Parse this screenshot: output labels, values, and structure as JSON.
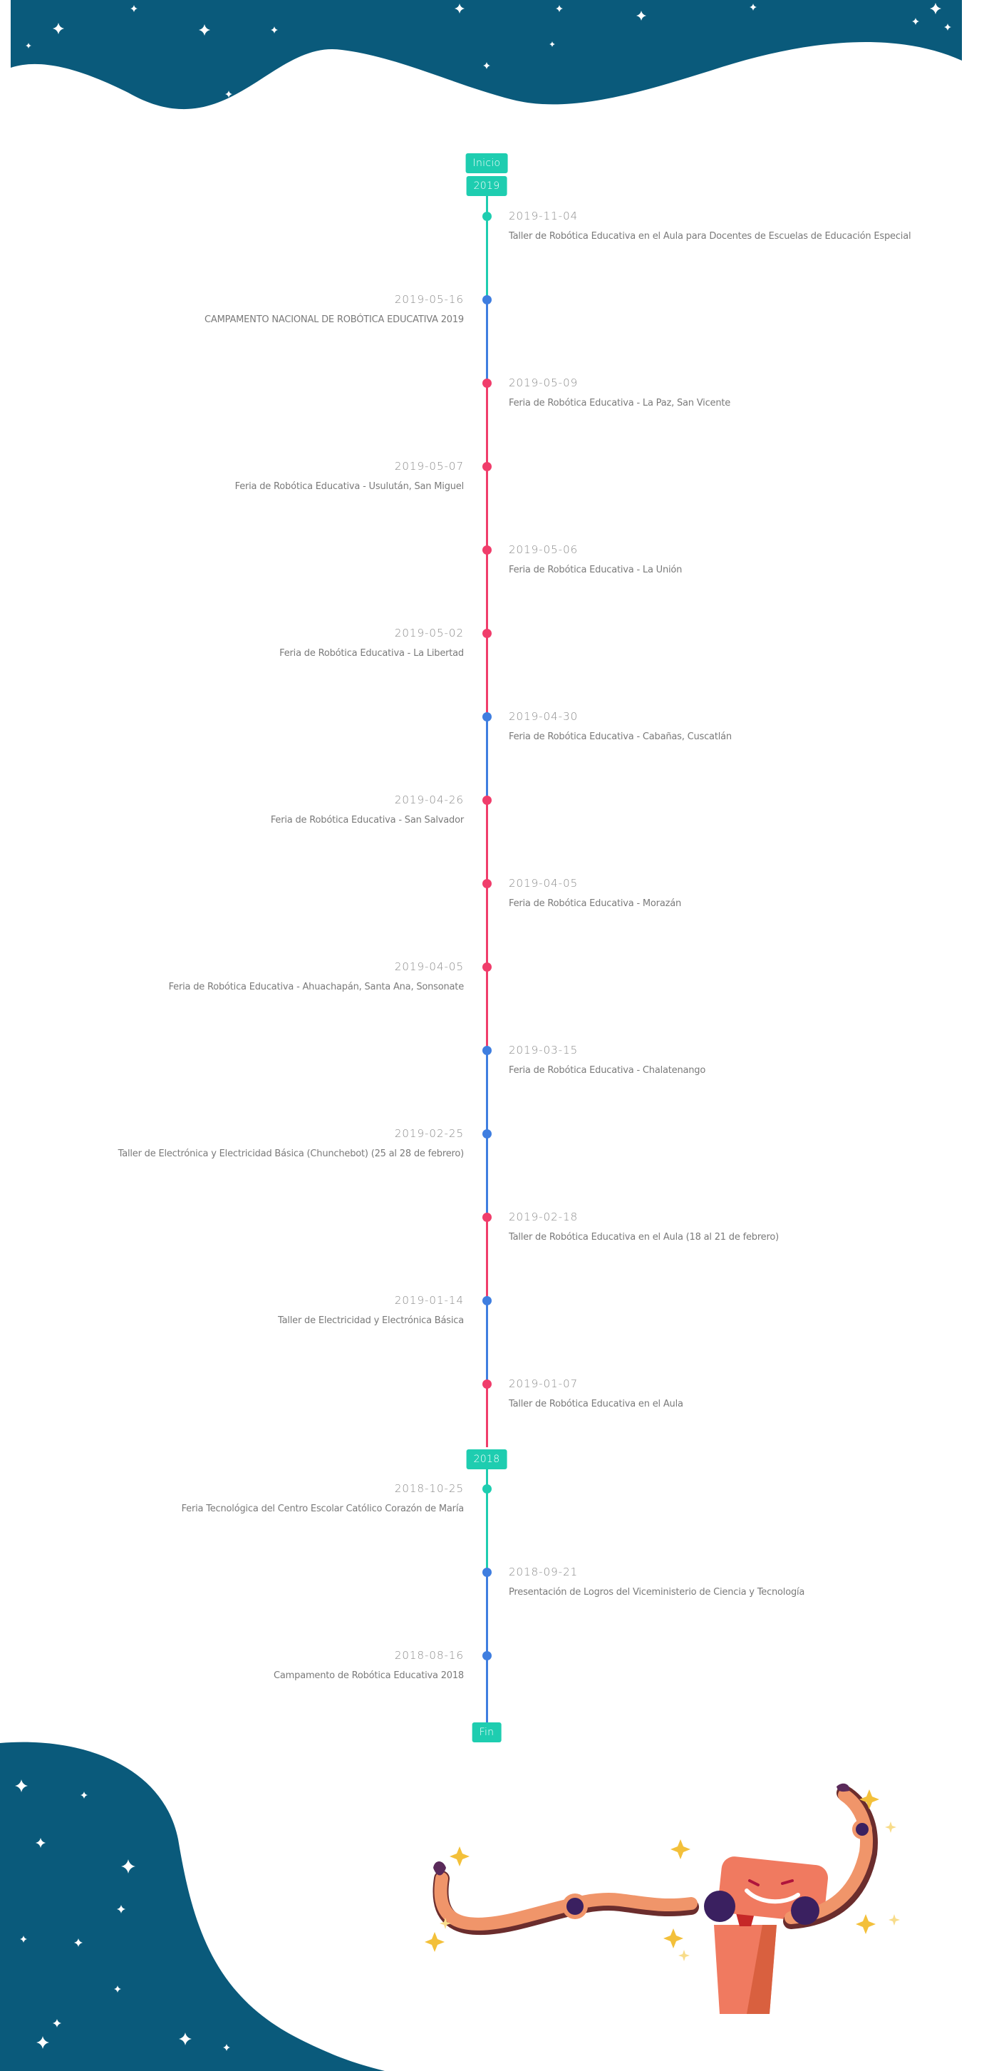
{
  "timeline": {
    "start_label": "Inicio",
    "end_label": "Fin",
    "years": [
      "2019",
      "2018"
    ],
    "colors": {
      "teal": "#1ecdb0",
      "blue": "#3f7ee0",
      "red": "#f03d6b",
      "navy": "#0a5a7b"
    },
    "events": [
      {
        "date": "2019-11-04",
        "title": "Taller de Robótica Educativa en el Aula para Docentes de Escuelas de Educación Especial",
        "color": "teal"
      },
      {
        "date": "2019-05-16",
        "title": "CAMPAMENTO NACIONAL DE ROBÓTICA EDUCATIVA 2019",
        "color": "blue"
      },
      {
        "date": "2019-05-09",
        "title": "Feria de Robótica Educativa - La Paz, San Vicente",
        "color": "red"
      },
      {
        "date": "2019-05-07",
        "title": "Feria de Robótica Educativa - Usulután, San Miguel",
        "color": "red"
      },
      {
        "date": "2019-05-06",
        "title": "Feria de Robótica Educativa - La Unión",
        "color": "red"
      },
      {
        "date": "2019-05-02",
        "title": "Feria de Robótica Educativa - La Libertad",
        "color": "red"
      },
      {
        "date": "2019-04-30",
        "title": "Feria de Robótica Educativa - Cabañas, Cuscatlán",
        "color": "blue"
      },
      {
        "date": "2019-04-26",
        "title": "Feria de Robótica Educativa - San Salvador",
        "color": "red"
      },
      {
        "date": "2019-04-05",
        "title": "Feria de Robótica Educativa - Morazán",
        "color": "red"
      },
      {
        "date": "2019-04-05",
        "title": "Feria de Robótica Educativa - Ahuachapán, Santa Ana, Sonsonate",
        "color": "red"
      },
      {
        "date": "2019-03-15",
        "title": "Feria de Robótica Educativa - Chalatenango",
        "color": "blue"
      },
      {
        "date": "2019-02-25",
        "title": "Taller de Electrónica y Electricidad Básica (Chunchebot) (25 al 28 de febrero)",
        "color": "blue"
      },
      {
        "date": "2019-02-18",
        "title": "Taller de Robótica Educativa en el Aula (18 al 21 de febrero)",
        "color": "red"
      },
      {
        "date": "2019-01-14",
        "title": "Taller de Electricidad y Electrónica Básica",
        "color": "blue"
      },
      {
        "date": "2019-01-07",
        "title": "Taller de Robótica Educativa en el Aula",
        "color": "red"
      },
      {
        "date": "2018-10-25",
        "title": "Feria Tecnológica del Centro Escolar Católico Corazón de María",
        "color": "teal"
      },
      {
        "date": "2018-09-21",
        "title": "Presentación de Logros del Viceministerio de Ciencia y Tecnología",
        "color": "blue"
      },
      {
        "date": "2018-08-16",
        "title": "Campamento de Robótica Educativa 2018",
        "color": "blue"
      }
    ]
  }
}
